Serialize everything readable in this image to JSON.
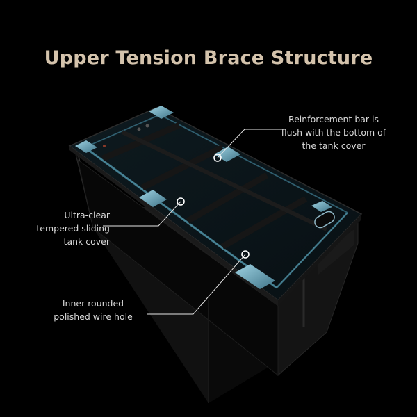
{
  "title": "Upper Tension Brace Structure",
  "colors": {
    "background": "#000000",
    "title": "#d4c3ac",
    "callout_text": "#d8d8d8",
    "leader_line": "#e6e6e6",
    "accent_glass": "#7fb5c8"
  },
  "callouts": [
    {
      "id": "reinforcement-bar",
      "lines": [
        "Reinforcement bar is",
        "flush with the bottom of",
        "the tank cover"
      ]
    },
    {
      "id": "sliding-cover",
      "lines": [
        "Ultra-clear",
        "tempered sliding",
        "tank cover"
      ]
    },
    {
      "id": "wire-hole",
      "lines": [
        "Inner rounded",
        "polished wire hole"
      ]
    }
  ]
}
